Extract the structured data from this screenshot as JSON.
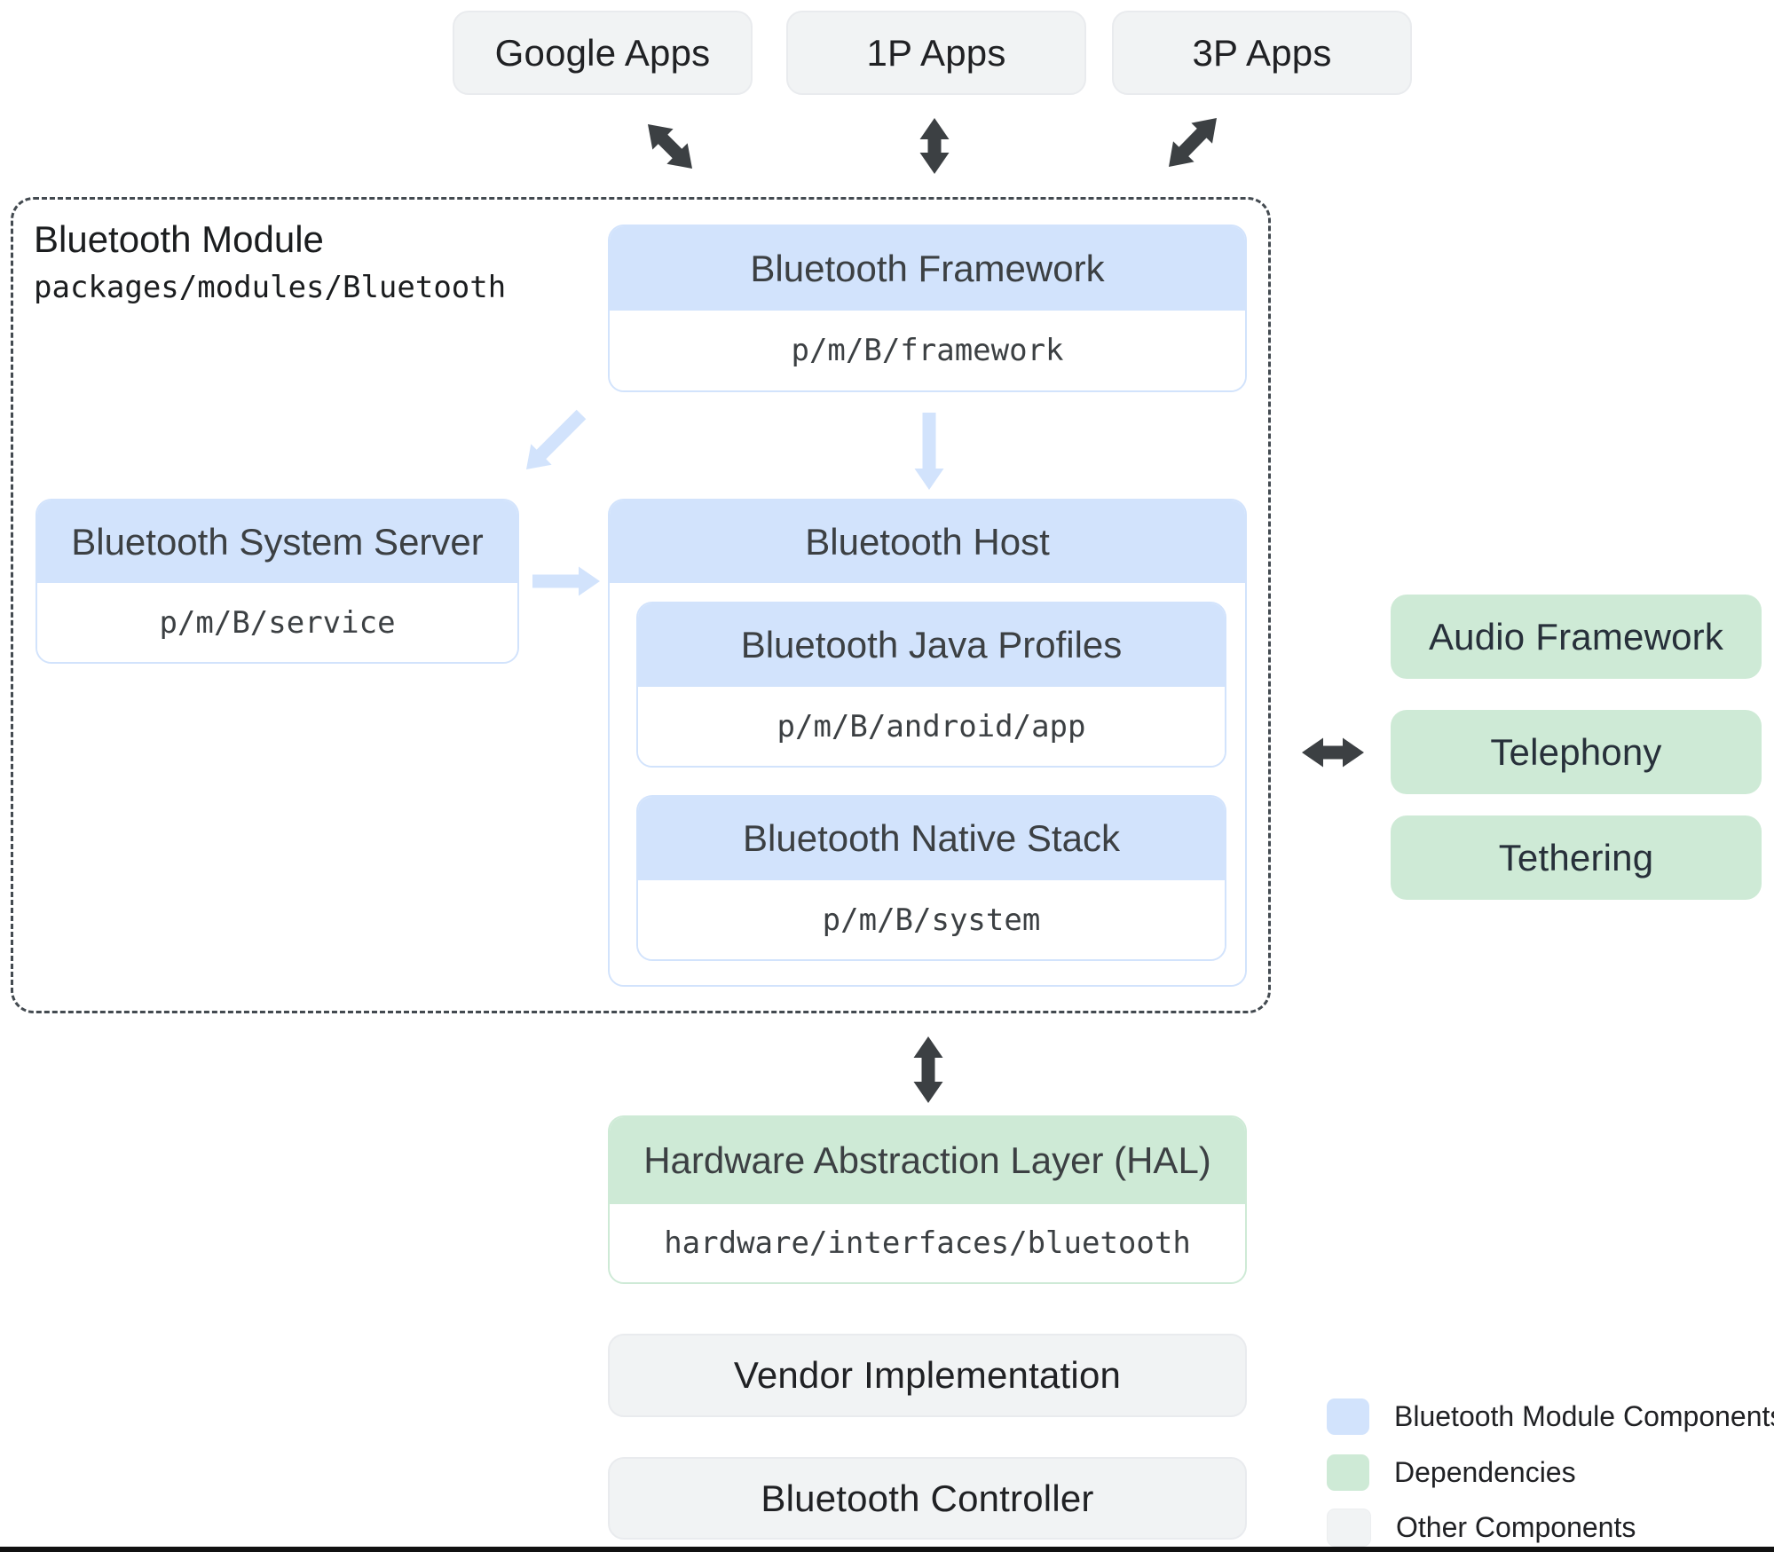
{
  "app_row": {
    "google": "Google Apps",
    "first_party": "1P Apps",
    "third_party": "3P Apps"
  },
  "module": {
    "title": "Bluetooth Module",
    "path": "packages/modules/Bluetooth",
    "framework": {
      "title": "Bluetooth Framework",
      "path": "p/m/B/framework"
    },
    "system_server": {
      "title": "Bluetooth System Server",
      "path": "p/m/B/service"
    },
    "host": {
      "title": "Bluetooth Host",
      "java_profiles": {
        "title": "Bluetooth Java Profiles",
        "path": "p/m/B/android/app"
      },
      "native_stack": {
        "title": "Bluetooth Native Stack",
        "path": "p/m/B/system"
      }
    }
  },
  "dependencies": {
    "audio": "Audio Framework",
    "telephony": "Telephony",
    "tethering": "Tethering"
  },
  "hal": {
    "title": "Hardware Abstraction Layer (HAL)",
    "path": "hardware/interfaces/bluetooth"
  },
  "other": {
    "vendor": "Vendor Implementation",
    "controller": "Bluetooth Controller"
  },
  "legend": {
    "items": [
      {
        "label": "Bluetooth Module Components",
        "color": "#d2e3fc"
      },
      {
        "label": "Dependencies",
        "color": "#ceead6"
      },
      {
        "label": "Other Components",
        "color": "#f1f3f4"
      }
    ]
  },
  "colors": {
    "module_component": "#d2e3fc",
    "dependency": "#ceead6",
    "other_component": "#f1f3f4",
    "arrow_dark": "#3c4043",
    "arrow_light": "#d2e3fc"
  }
}
